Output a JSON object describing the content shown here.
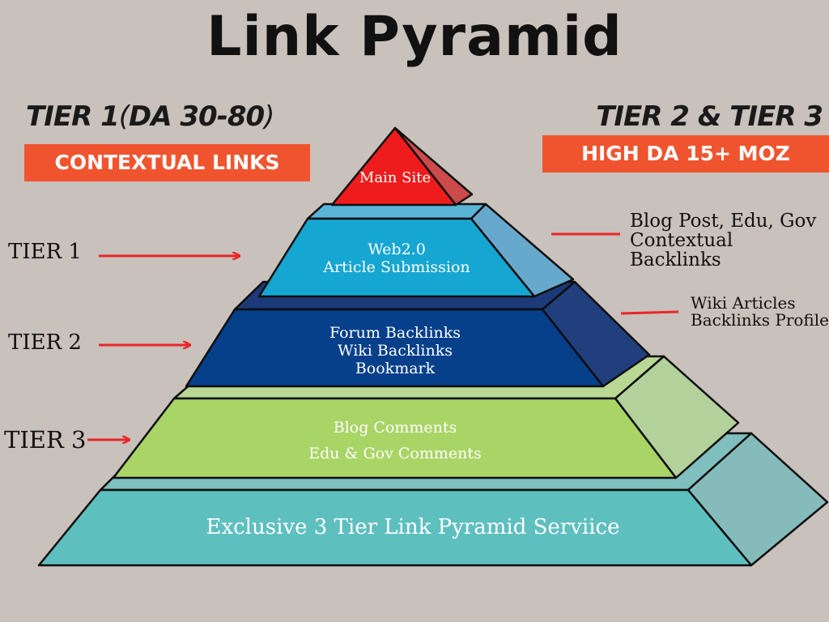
{
  "title": "Link Pyramid",
  "left_header": {
    "main": "TIER 1",
    "paren_open": "(",
    "range": "DA 30-80",
    "paren_close": ")",
    "badge": "CONTEXTUAL LINKS"
  },
  "right_header": {
    "main": "TIER 2 & TIER 3",
    "badge": "HIGH DA 15+ MOZ"
  },
  "side_labels": [
    "TIER 1",
    "TIER 2",
    "TIER 3"
  ],
  "notes": {
    "top": [
      "Blog Post, Edu, Gov",
      "Contextual Backlinks"
    ],
    "middle": [
      "Wiki Articles",
      "Backlinks Profile"
    ]
  },
  "levels": {
    "apex": "Main Site",
    "tier1": [
      "Web2.0",
      "Article Submission"
    ],
    "tier2": [
      "Forum Backlinks",
      "Wiki Backlinks",
      "Bookmark"
    ],
    "tier3": [
      "Blog Comments",
      "Edu & Gov Comments"
    ],
    "base": "Exclusive 3 Tier Link Pyramid Serviice"
  },
  "colors": {
    "background": "#c9c1bb",
    "accent": "#f0542e",
    "arrow": "#e8262a",
    "apex": "#ee1c1c",
    "tier1": "#16a6d2",
    "tier2": "#063f8a",
    "tier3": "#a9d466",
    "base": "#5ebfbf"
  }
}
